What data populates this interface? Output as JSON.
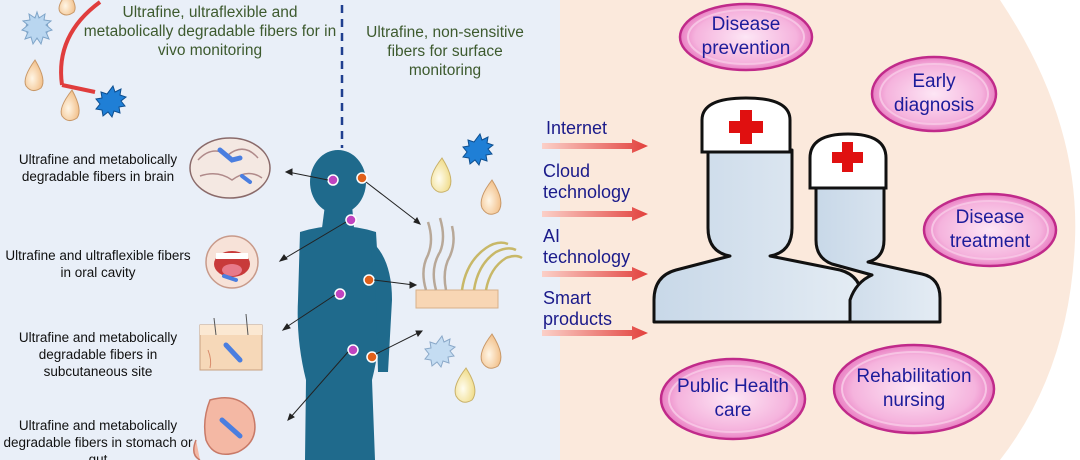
{
  "top_captions": {
    "in_vivo": "Ultrafine, ultraflexible and metabolically degradable fibers for in vivo monitoring",
    "surface": "Ultrafine, non-sensitive fibers for surface monitoring"
  },
  "organs": [
    {
      "label": "Ultrafine and metabolically degradable fibers in brain"
    },
    {
      "label": "Ultrafine and ultraflexible fibers in oral cavity"
    },
    {
      "label": "Ultrafine and metabolically degradable fibers in subcutaneous site"
    },
    {
      "label": "Ultrafine and metabolically degradable fibers in stomach or gut"
    }
  ],
  "technologies": [
    {
      "label": "Internet"
    },
    {
      "label": "Cloud technology"
    },
    {
      "label": "AI technology"
    },
    {
      "label": "Smart products"
    }
  ],
  "outcomes": [
    {
      "label": "Disease prevention"
    },
    {
      "label": "Early diagnosis"
    },
    {
      "label": "Disease treatment"
    },
    {
      "label": "Public Health care"
    },
    {
      "label": "Rehabilitation nursing"
    }
  ],
  "colors": {
    "left_panel": "#e8eef8",
    "right_panel": "#fbe9dc",
    "body": "#1d6a8a",
    "bubble_fill": "#f3a8d6",
    "bubble_stroke": "#c02a8a",
    "arrow": "#e24a4a",
    "cross": "#e01010"
  }
}
